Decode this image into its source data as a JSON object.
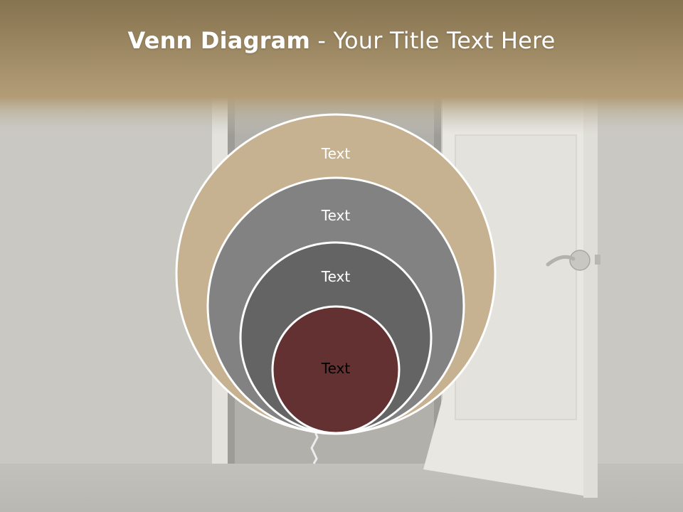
{
  "title": {
    "bold_part": "Venn Diagram",
    "rest": " - Your Title Text Here"
  },
  "venn": {
    "circles": [
      {
        "label": "Text",
        "fill": "#c6b190",
        "label_color": "#ffffff"
      },
      {
        "label": "Text",
        "fill": "#828282",
        "label_color": "#ffffff"
      },
      {
        "label": "Text",
        "fill": "#646464",
        "label_color": "#ffffff"
      },
      {
        "label": "Text",
        "fill": "#633131",
        "label_color": "#000000"
      }
    ],
    "outline_color": "#ffffff"
  },
  "colors": {
    "header_band": "#a8916d",
    "background": "#c9c8c3",
    "door": "#e8e7e2"
  }
}
